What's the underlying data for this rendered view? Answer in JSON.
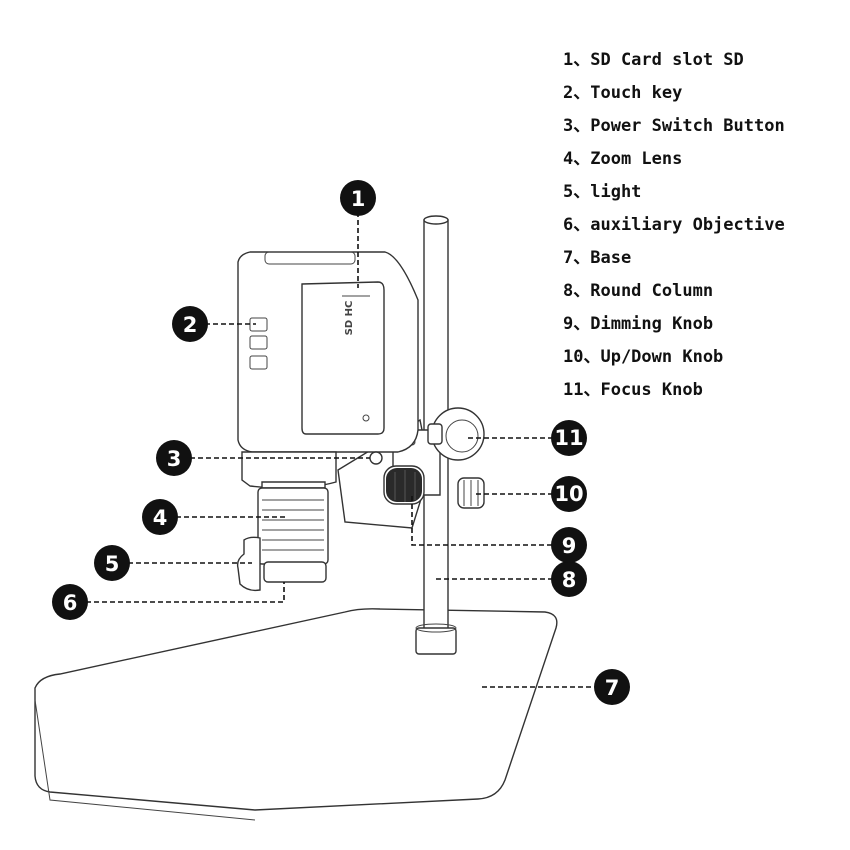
{
  "legend": [
    {
      "number": "1",
      "label": "1、SD Card slot SD"
    },
    {
      "number": "2",
      "label": "2、Touch key"
    },
    {
      "number": "3",
      "label": "3、Power Switch Button"
    },
    {
      "number": "4",
      "label": "4、Zoom Lens"
    },
    {
      "number": "5",
      "label": "5、light"
    },
    {
      "number": "6",
      "label": "6、auxiliary Objective"
    },
    {
      "number": "7",
      "label": "7、Base"
    },
    {
      "number": "8",
      "label": "8、Round Column"
    },
    {
      "number": "9",
      "label": "9、Dimming Knob"
    },
    {
      "number": "10",
      "label": "10、Up/Down Knob"
    },
    {
      "number": "11",
      "label": "11、Focus Knob"
    }
  ],
  "callouts": [
    "1",
    "2",
    "3",
    "4",
    "5",
    "6",
    "7",
    "8",
    "9",
    "10",
    "11"
  ],
  "sd_logo": "SD HC",
  "colors": {
    "callout_fill": "#111111",
    "line": "#333333",
    "background": "#ffffff"
  }
}
